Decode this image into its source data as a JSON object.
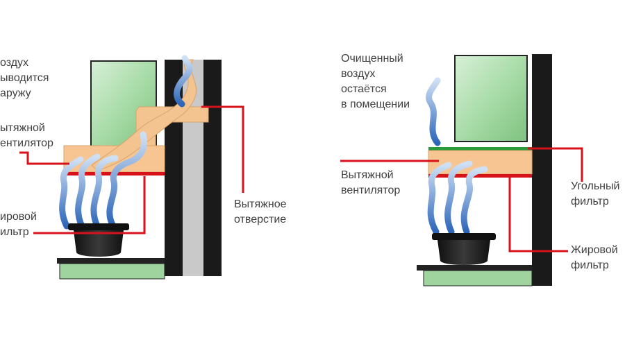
{
  "diagram": {
    "colors": {
      "wall_dark": "#1a1a1a",
      "wall_gray": "#c8c8c8",
      "window_green": "#a8d8a8",
      "hood_body": "#f6c592",
      "grease_filter_line": "#d8121b",
      "leader_line": "#d8121b",
      "stove_green": "#9fd49f",
      "vapor_blue": "#5b8fd0",
      "exhaust_air": "#f3c48f",
      "carbon_filter": "#2b9a3a"
    },
    "left": {
      "labels": {
        "exhaust_air": [
          "оздух",
          "ыводится",
          "аружу"
        ],
        "fan": [
          "ытяжной",
          "ентилятор"
        ],
        "grease_filter": [
          "ировой",
          "ильтр"
        ],
        "vent_opening": [
          "Вытяжное",
          "отверстие"
        ]
      }
    },
    "right": {
      "labels": {
        "clean_air": [
          "Очищенный",
          "воздух",
          "остаётся",
          "в помещении"
        ],
        "fan": [
          "Вытяжной",
          "вентилятор"
        ],
        "carbon_filter": [
          "Угольный",
          "фильтр"
        ],
        "grease_filter": [
          "Жировой",
          "фильтр"
        ]
      }
    }
  }
}
